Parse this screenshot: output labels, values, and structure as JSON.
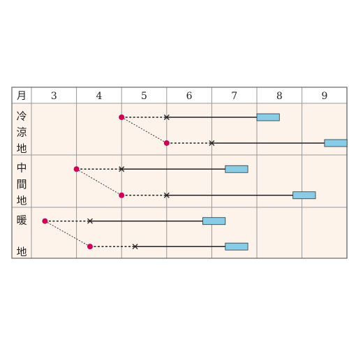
{
  "chart_data": {
    "type": "gantt",
    "title": "",
    "header": {
      "corner_label": "月",
      "months": [
        "3",
        "4",
        "5",
        "6",
        "7",
        "8",
        "9"
      ]
    },
    "regions": [
      {
        "label_chars": [
          "冷",
          "涼",
          "地"
        ],
        "rows": [
          {
            "sow": 5.0,
            "transplant": 6.0,
            "harvest": [
              8.0,
              8.5
            ]
          },
          {
            "sow": 6.0,
            "transplant": 7.0,
            "harvest": [
              9.5,
              10.0
            ]
          }
        ]
      },
      {
        "label_chars": [
          "中",
          "間",
          "地"
        ],
        "rows": [
          {
            "sow": 4.0,
            "transplant": 5.0,
            "harvest": [
              7.3,
              7.8
            ]
          },
          {
            "sow": 5.0,
            "transplant": 6.0,
            "harvest": [
              8.8,
              9.3
            ]
          }
        ]
      },
      {
        "label_chars": [
          "暖",
          "",
          "地"
        ],
        "rows": [
          {
            "sow": 3.3,
            "transplant": 4.3,
            "harvest": [
              6.8,
              7.3
            ]
          },
          {
            "sow": 4.3,
            "transplant": 5.3,
            "harvest": [
              7.3,
              7.8
            ]
          }
        ]
      }
    ],
    "colors": {
      "background": "#fdf3ea",
      "header_background": "#ffffff",
      "grid": "#999999",
      "sow_marker": "#cc0055",
      "harvest_bar": "#88cce8",
      "line": "#222222"
    }
  }
}
